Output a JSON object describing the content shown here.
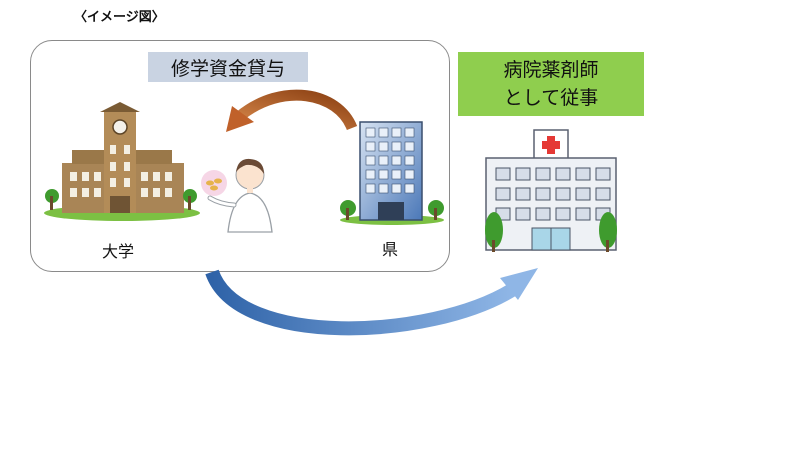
{
  "caption": "〈イメージ図〉",
  "labels": {
    "loan": "修学資金貸与",
    "university": "大学",
    "prefecture": "県",
    "work_line1": "病院薬剤師",
    "work_line2": "として従事"
  },
  "colors": {
    "loan_box": "#c9d3e2",
    "work_box": "#8fce4e",
    "loan_arrow": "#c0612a",
    "flow_arrow": "#4f86c6"
  }
}
